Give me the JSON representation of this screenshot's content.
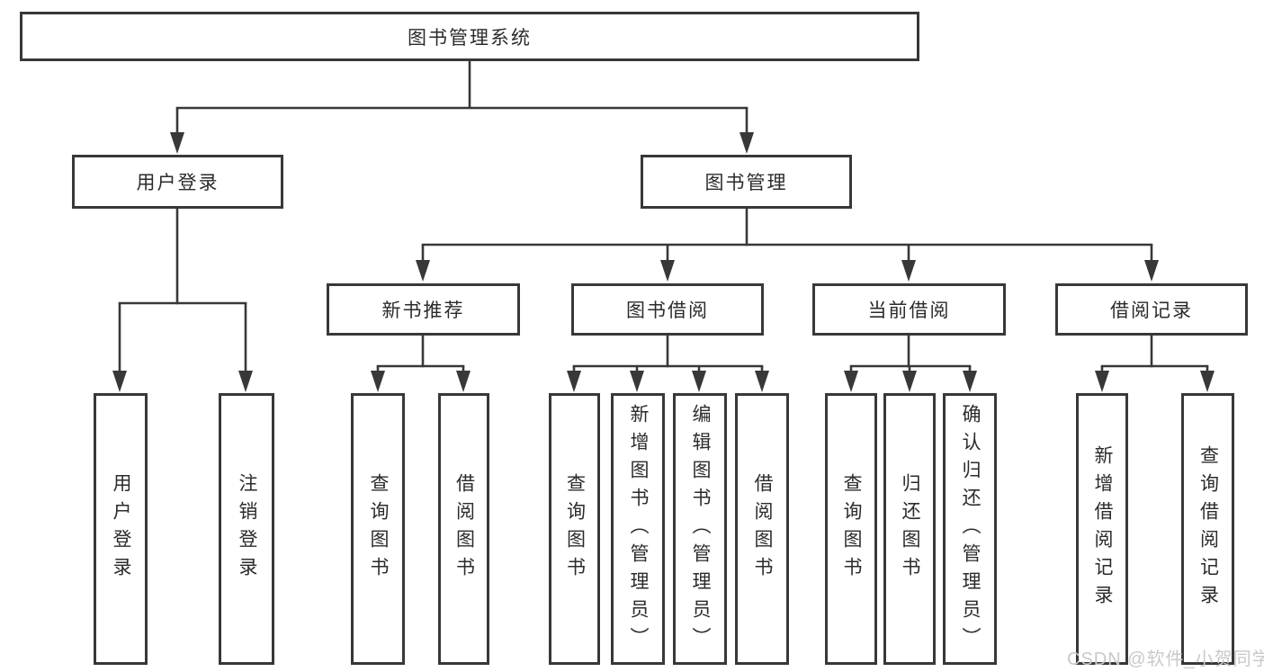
{
  "colors": {
    "line": "#383838",
    "border": "#383838",
    "text": "#2b2b2b",
    "background": "#ffffff",
    "watermark": "#c9c9c9"
  },
  "tree": {
    "root_label": "图书管理系统",
    "branches": [
      {
        "label": "用户登录",
        "leaves": [
          "用户登录",
          "注销登录"
        ]
      },
      {
        "label": "图书管理",
        "groups": [
          {
            "label": "新书推荐",
            "leaves": [
              "查询图书",
              "借阅图书"
            ]
          },
          {
            "label": "图书借阅",
            "leaves": [
              "查询图书",
              "新增图书（管理员）",
              "编辑图书（管理员）",
              "借阅图书"
            ]
          },
          {
            "label": "当前借阅",
            "leaves": [
              "查询图书",
              "归还图书",
              "确认归还（管理员）"
            ]
          },
          {
            "label": "借阅记录",
            "leaves": [
              "新增借阅记录",
              "查询借阅记录"
            ]
          }
        ]
      }
    ]
  },
  "watermark": "CSDN @软件_小贺同学"
}
